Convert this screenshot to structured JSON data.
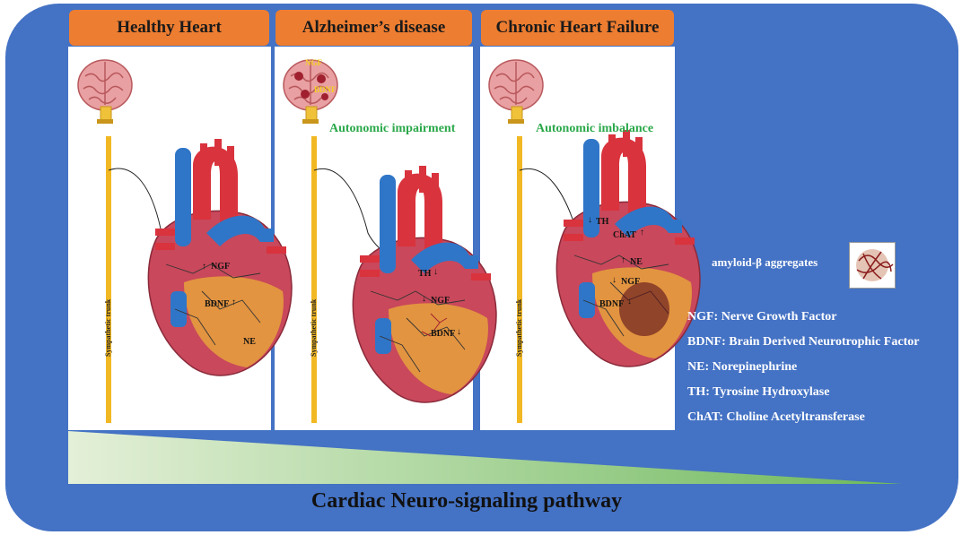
{
  "panels": [
    {
      "title": "Healthy Heart",
      "note": "",
      "markers": [
        "NGF",
        "BDNF",
        "NE"
      ],
      "trunk_label": "Sympathetic trunk"
    },
    {
      "title": "Alzheimer’s disease",
      "note": "Autonomic impairment",
      "markers": [
        "TH",
        "NGF",
        "BDNF"
      ],
      "brain_labels": [
        "NGF",
        "BDNF"
      ],
      "trunk_label": "Sympathetic trunk"
    },
    {
      "title": "Chronic Heart Failure",
      "note": "Autonomic imbalance",
      "markers": [
        "TH",
        "ChAT",
        "NE",
        "NGF",
        "BDNF"
      ],
      "trunk_label": "Sympathetic trunk"
    }
  ],
  "amyloid": {
    "label": "amyloid-β aggregates"
  },
  "legend": [
    "NGF: Nerve Growth Factor",
    "BDNF: Brain Derived Neurotrophic Factor",
    "NE: Norepinephrine",
    "TH: Tyrosine Hydroxylase",
    "ChAT: Choline Acetyltransferase"
  ],
  "footer": "Cardiac Neuro-signaling pathway",
  "colors": {
    "background": "#4472c4",
    "header": "#ed7d31",
    "note": "#2aa84a",
    "wedge_start": "#e9f3df",
    "wedge_end": "#7dbf6a"
  }
}
